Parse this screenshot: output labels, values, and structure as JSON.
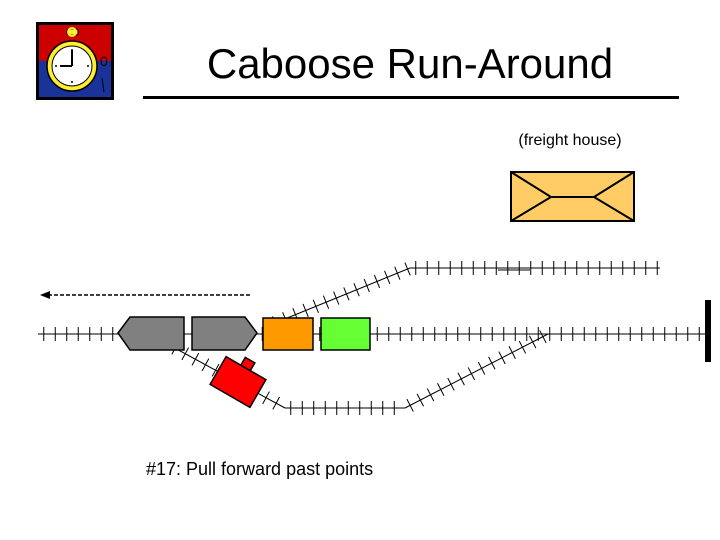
{
  "title": "Caboose Run-Around",
  "building_label": "(freight house)",
  "caption": "#17: Pull forward past points",
  "logo_icon": "stopwatch-icon",
  "colors": {
    "freight_house": "#ffcc66",
    "caboose": "#ff0000",
    "engine": "#808080",
    "car_orange": "#ff9900",
    "car_green": "#66ff33",
    "logo_red": "#cc0000",
    "logo_blue": "#1a3399",
    "logo_yellow": "#ffee33"
  }
}
